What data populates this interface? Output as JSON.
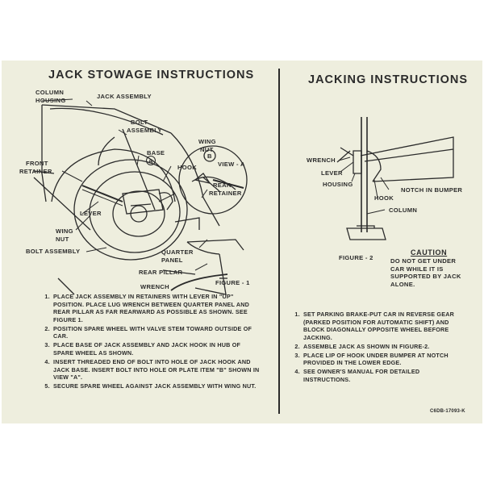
{
  "left": {
    "title": "JACK STOWAGE INSTRUCTIONS",
    "labels": {
      "column": "COLUMN",
      "housing": "HOUSING",
      "jack_assembly": "JACK ASSEMBLY",
      "bolt_assembly_top_1": "BOLT",
      "bolt_assembly_top_2": "ASSEMBLY",
      "view_a_circle": "B",
      "wing_nut_top_1": "WING",
      "wing_nut_top_2": "NUT",
      "base": "BASE",
      "a_circle": "A",
      "hook": "HOOK",
      "view_a": "VIEW - A",
      "front_retainer_1": "FRONT",
      "front_retainer_2": "RETAINER",
      "rear_retainer_1": "REAR",
      "rear_retainer_2": "RETAINER",
      "lever": "LEVER",
      "wing_nut_bottom_1": "WING",
      "wing_nut_bottom_2": "NUT",
      "bolt_assembly_bottom": "BOLT ASSEMBLY",
      "quarter_panel_1": "QUARTER",
      "quarter_panel_2": "PANEL",
      "rear_pillar": "REAR PILLAR",
      "wrench": "WRENCH",
      "figure_1": "FIGURE - 1"
    },
    "steps": [
      "PLACE JACK ASSEMBLY IN RETAINERS WITH LEVER IN \"UP\" POSITION. PLACE LUG WRENCH BETWEEN QUARTER PANEL AND REAR PILLAR AS FAR REARWARD AS POSSIBLE AS SHOWN. SEE FIGURE 1.",
      "POSITION SPARE WHEEL WITH VALVE STEM TOWARD OUTSIDE OF CAR.",
      "PLACE BASE OF JACK ASSEMBLY AND JACK HOOK IN HUB OF SPARE WHEEL AS SHOWN.",
      "INSERT THREADED END OF BOLT INTO HOLE OF JACK HOOK AND JACK BASE. INSERT BOLT INTO HOLE OR PLATE ITEM \"B\" SHOWN IN VIEW \"A\".",
      "SECURE SPARE WHEEL AGAINST JACK ASSEMBLY WITH WING NUT."
    ]
  },
  "right": {
    "title": "JACKING INSTRUCTIONS",
    "labels": {
      "wrench": "WRENCH",
      "lever": "LEVER",
      "housing": "HOUSING",
      "hook": "HOOK",
      "notch": "NOTCH IN BUMPER",
      "column": "COLUMN",
      "figure_2": "FIGURE - 2"
    },
    "caution_title": "CAUTION",
    "caution_text": "DO NOT GET UNDER CAR WHILE IT IS SUPPORTED BY JACK ALONE.",
    "steps": [
      "SET PARKING BRAKE-PUT CAR IN REVERSE GEAR (PARKED POSITION FOR AUTOMATIC SHIFT) AND BLOCK DIAGONALLY OPPOSITE WHEEL BEFORE JACKING.",
      "ASSEMBLE JACK AS SHOWN IN FIGURE-2.",
      "PLACE LIP OF HOOK UNDER BUMPER AT NOTCH PROVIDED IN THE LOWER EDGE.",
      "SEE OWNER'S MANUAL FOR DETAILED INSTRUCTIONS."
    ],
    "part_number": "C6DB-17093-K"
  },
  "colors": {
    "card": "#eeeede",
    "ink": "#2b2b2b",
    "background": "#ffffff"
  }
}
